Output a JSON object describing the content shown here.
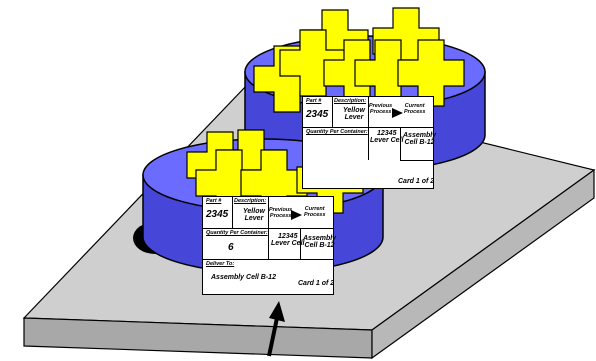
{
  "colors": {
    "platform_top": "#cfcfcf",
    "platform_side": "#a8a8a8",
    "bin_blue": "#4646d8",
    "bin_top": "#6b6bff",
    "part_yellow": "#ffff00",
    "outline": "#000000"
  },
  "back_card": {
    "part_label": "Part #",
    "part_number": "2345",
    "description_label": "Description:",
    "description_value": "Yellow\nLever",
    "previous_process": "Previous\nProcess",
    "current_process": "Current\nProcess",
    "quantity_label": "Quantity Per Container:",
    "process_value": "12345\nLever Cell",
    "destination_value": "Assembly\nCell B-12",
    "card_count": "Card 1 of 2"
  },
  "front_card": {
    "part_label": "Part #",
    "part_number": "2345",
    "description_label": "Description:",
    "description_value": "Yellow\nLever",
    "previous_process": "Previous\nProcess",
    "current_process": "Current\nProcess",
    "quantity_label": "Quantity Per Container:",
    "quantity_value": "6",
    "process_value": "12345\nLever Cell",
    "destination_value": "Assembly\nCell B-12",
    "deliver_label": "Deliver To:",
    "deliver_value": "Assembly Cell B-12",
    "card_count": "Card 1 of 2"
  }
}
